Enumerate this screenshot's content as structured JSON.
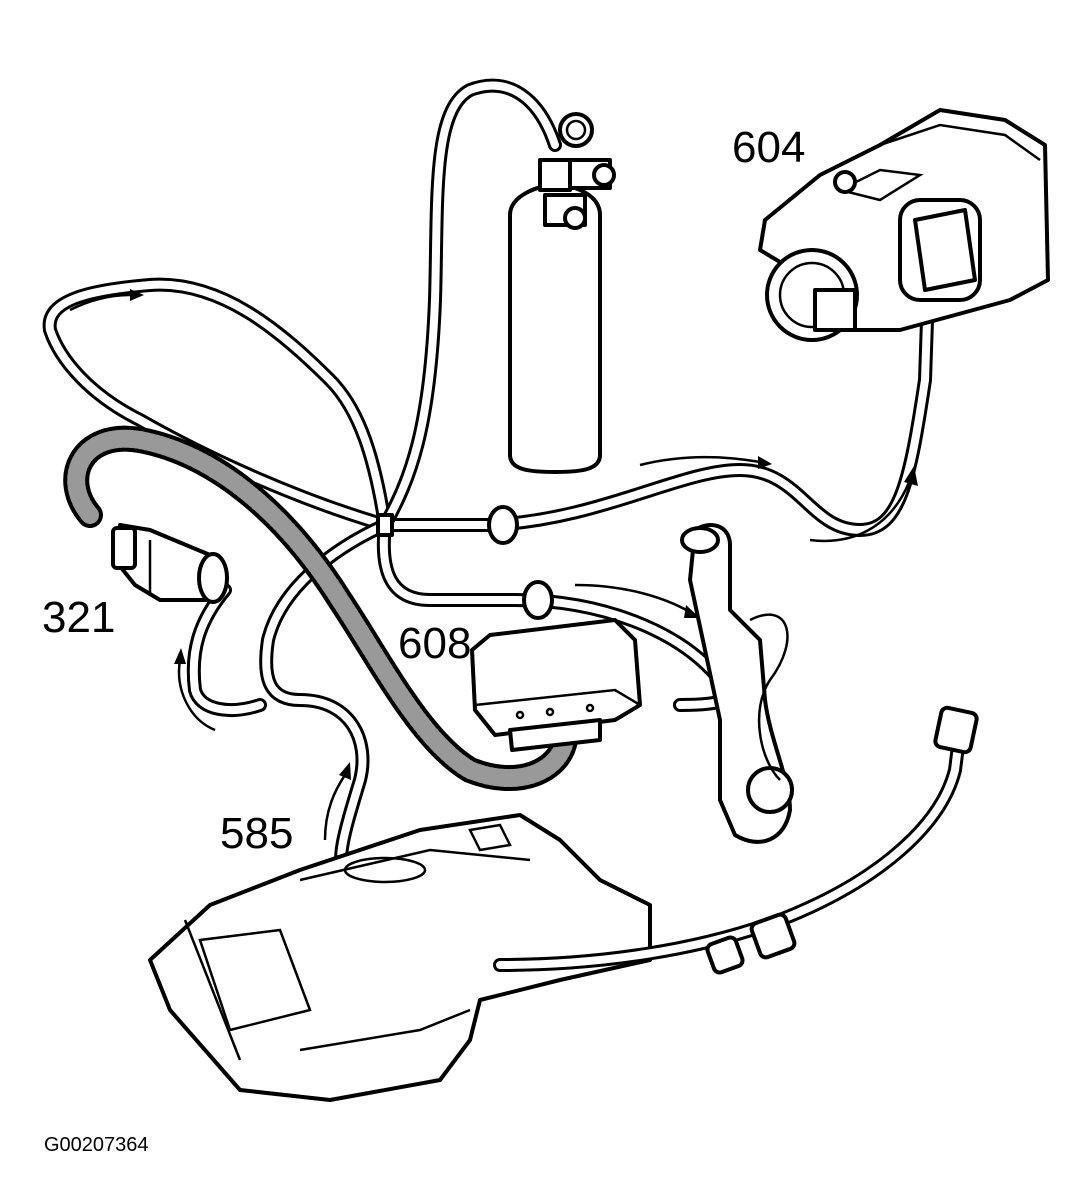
{
  "diagram": {
    "figure_id": "G00207364",
    "callouts": {
      "c604": "604",
      "c321": "321",
      "c608": "608",
      "c585": "585"
    }
  }
}
